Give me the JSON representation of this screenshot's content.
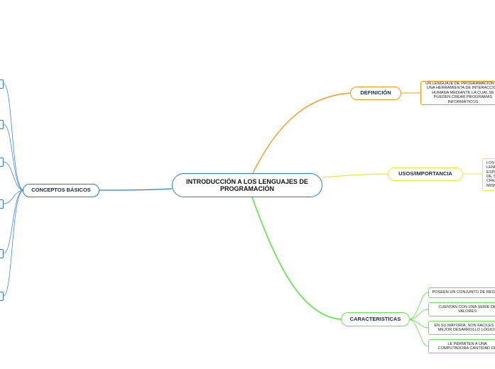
{
  "central_topic": "INTRODUCCIÓN A LOS LENGUAJES DE PROGRAMACIÓN",
  "branches": {
    "definicion": {
      "label": "DEFINICIÓN",
      "details": [
        "UN LENGUAJE DE PROGRAMACIÓN ES UNA HERRAMIENTA DE INTERACCIÓN HUMANA MEDIANTE LA CUAL SE PUEDEN CREAR PROGRAMAS INFORMÁTICOS"
      ],
      "color": "#f39a1e"
    },
    "usos": {
      "label": "USOS/IMPORTANCIA",
      "details": [
        "LOS LENGUAJES ESPECÍFICOS DE SE CREAN PARA MISMOS SON"
      ],
      "color": "#e8e83a"
    },
    "caracteristicas": {
      "label": "CARACTERISTICAS",
      "details": [
        "POSEEN UN CONJUNTO DE REGLAS",
        "CUENTAN CON UNA SERIE DE VALORES",
        "EN SU MAYORÍA, SON FACILES DE MEJOR DESARROLLO LÓGICO",
        "LE PERMITEN A UNA COMPUTADORA CANTIDAD DE"
      ],
      "color": "#6fe05a"
    },
    "conceptos": {
      "label": "CONCEPTOS BÁSICOS",
      "child_count": 6,
      "color": "#2c7bc4"
    }
  },
  "central_color": "#2c7bc4"
}
